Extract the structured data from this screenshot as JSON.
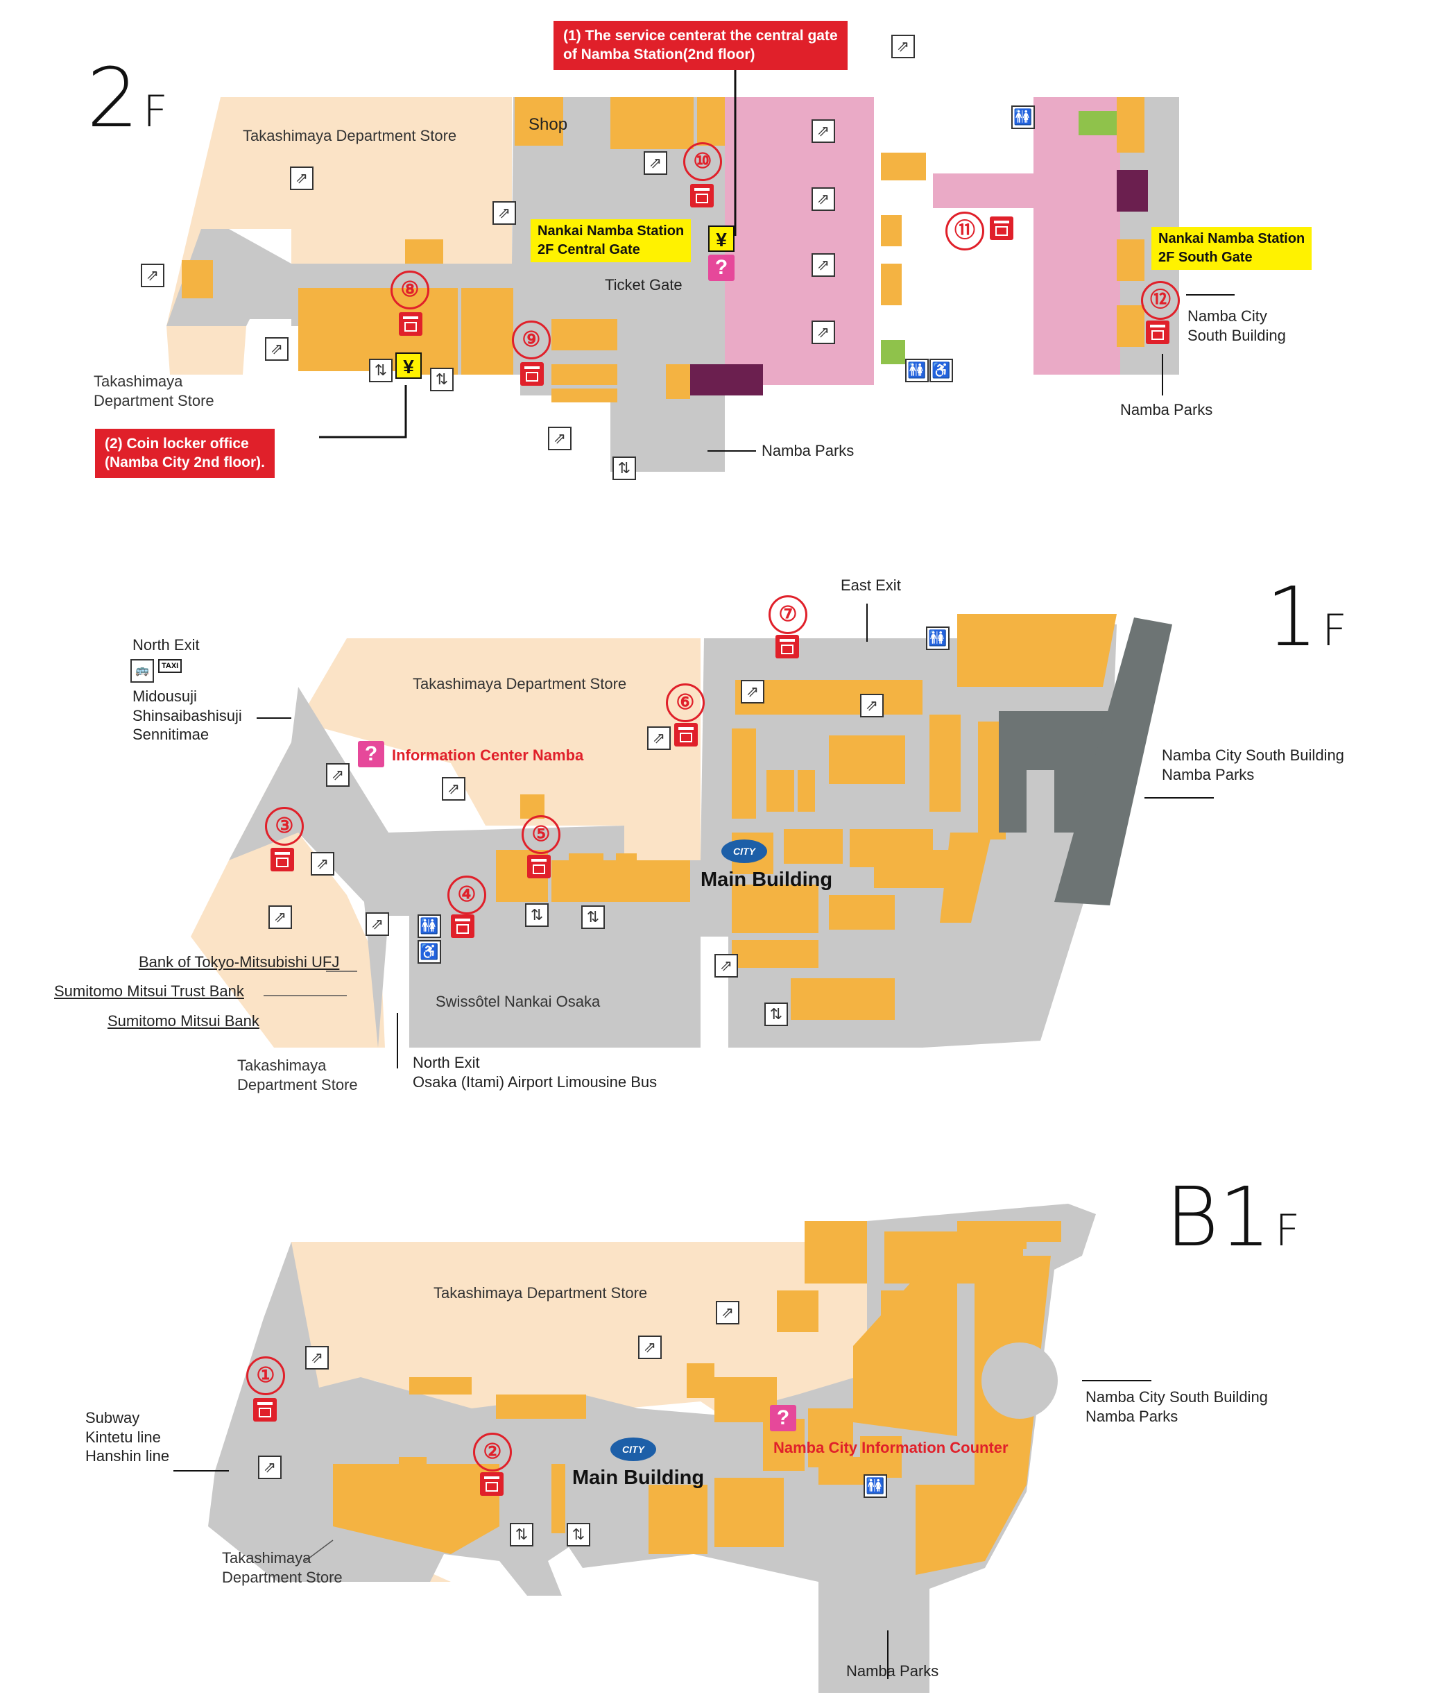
{
  "floors": {
    "f2": {
      "title_big": "2",
      "title_small": "F",
      "labels": {
        "takashimaya_top": "Takashimaya Department Store",
        "takashimaya_left": "Takashimaya\nDepartment Store",
        "shop": "Shop",
        "ticket_gate": "Ticket Gate",
        "namba_parks_bottom": "Namba Parks",
        "namba_parks_right": "Namba Parks",
        "namba_city_south": "Namba City\nSouth Building"
      },
      "callouts": {
        "service_center": "(1) The service centerat the central gate\nof Namba Station(2nd floor)",
        "coin_locker_office": "(2) Coin locker office\n(Namba City 2nd floor)."
      },
      "gates": {
        "central": "Nankai Namba Station\n2F Central Gate",
        "south": "Nankai Namba Station\n2F South Gate"
      },
      "lockers": [
        "⑧",
        "⑨",
        "⑩",
        "⑪",
        "⑫"
      ]
    },
    "f1": {
      "title_big": "1",
      "title_small": "F",
      "labels": {
        "takashimaya_top": "Takashimaya Department Store",
        "takashimaya_bottom": "Takashimaya\nDepartment Store",
        "swissotel": "Swissôtel Nankai Osaka",
        "main_building": "Main Building",
        "east_exit": "East Exit",
        "north_exit_top": "North Exit",
        "north_exit_destinations": "Midousuji\nShinsaibashisuji\nSennitimae",
        "north_exit_bottom": "North Exit\nOsaka (Itami) Airport Limousine Bus",
        "south_building": "Namba City South Building\nNamba Parks",
        "info_center": "Information Center Namba",
        "bank1": "Bank of Tokyo-Mitsubishi UFJ",
        "bank2": "Sumitomo Mitsui Trust Bank",
        "bank3": "Sumitomo Mitsui Bank",
        "taxi": "TAXI",
        "city_badge": "CITY"
      },
      "lockers": [
        "③",
        "④",
        "⑤",
        "⑥",
        "⑦"
      ]
    },
    "b1": {
      "title_big": "B1",
      "title_small": "F",
      "labels": {
        "takashimaya_top": "Takashimaya Department Store",
        "takashimaya_bottom": "Takashimaya\nDepartment Store",
        "main_building": "Main Building",
        "subway": "Subway\nKintetu line\nHanshin line",
        "south_building": "Namba City South Building\nNamba Parks",
        "namba_parks": "Namba Parks",
        "info_counter": "Namba City Information Counter",
        "city_badge": "CITY"
      },
      "lockers": [
        "①",
        "②"
      ]
    }
  },
  "icons": {
    "escalator": "escalator-icon",
    "elevator": "elevator-icon",
    "locker": "coin-locker-icon",
    "info": "?",
    "yen": "¥",
    "restroom": "restroom-icon",
    "wheelchair": "wheelchair-icon",
    "staff": "staff-icon"
  },
  "colors": {
    "shop": "#f4b342",
    "department_store": "#fbe3c6",
    "corridor": "#c8c8c8",
    "station": "#eaaac6",
    "accent_red": "#e0202a",
    "gate_yellow": "#fff200",
    "info_pink": "#e6489a",
    "staff_purple": "#6b1f4f",
    "parking": "#6d7474",
    "escalator_blue": "#6cc3e0"
  }
}
